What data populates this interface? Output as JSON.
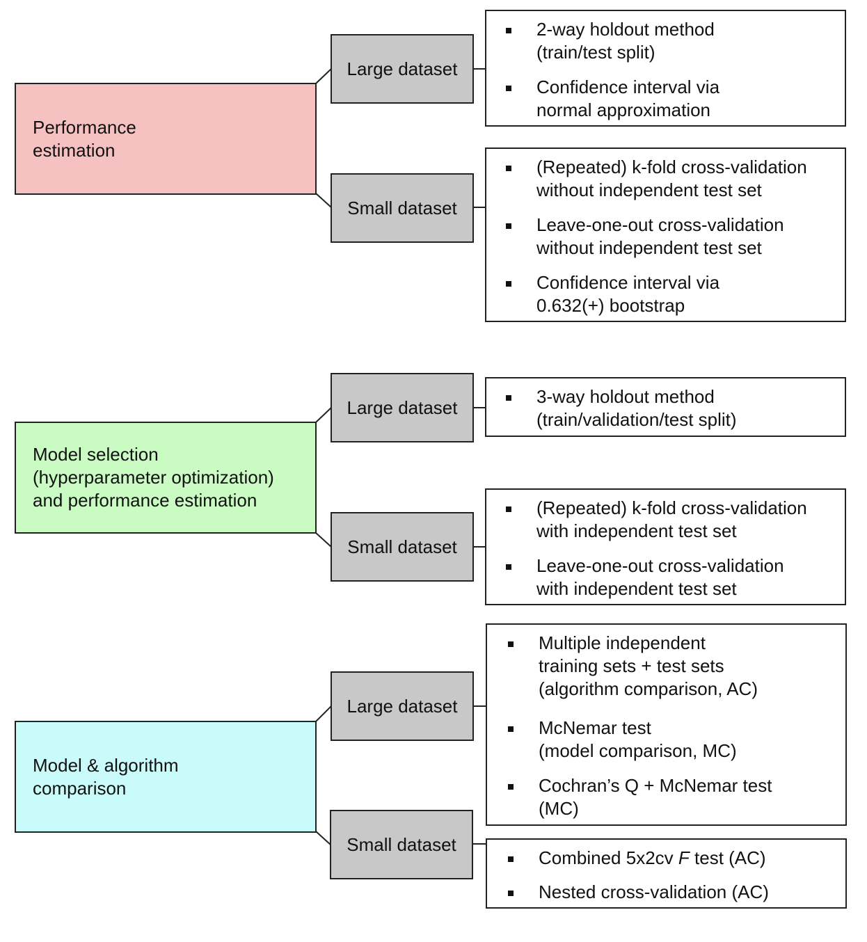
{
  "colors": {
    "performance": "#f6c1c1",
    "model_selection": "#c9fbc3",
    "comparison": "#c9fbfb",
    "dataset": "#c8c8c8"
  },
  "groups": [
    {
      "label": "Performance\nestimation",
      "large": {
        "label": "Large dataset",
        "items": [
          "2-way holdout method\n(train/test split)",
          "Confidence interval via\nnormal approximation"
        ]
      },
      "small": {
        "label": "Small dataset",
        "items": [
          "(Repeated) k-fold cross-validation\nwithout independent test set",
          "Leave-one-out cross-validation\nwithout independent test set",
          "Confidence interval via\n0.632(+) bootstrap"
        ]
      }
    },
    {
      "label": "Model selection\n(hyperparameter optimization)\nand performance estimation",
      "large": {
        "label": "Large dataset",
        "items": [
          "3-way holdout method\n(train/validation/test split)"
        ]
      },
      "small": {
        "label": "Small dataset",
        "items": [
          "(Repeated) k-fold cross-validation\nwith independent test set",
          "Leave-one-out cross-validation\nwith independent test set"
        ]
      }
    },
    {
      "label": "Model & algorithm\ncomparison",
      "large": {
        "label": "Large dataset",
        "items": [
          "Multiple independent\ntraining sets + test sets\n(algorithm comparison, AC)",
          "McNemar test\n(model comparison, MC)",
          "Cochran’s Q + McNemar test\n(MC)"
        ]
      },
      "small": {
        "label": "Small dataset",
        "items_pre": "Combined 5x2cv ",
        "items_italic": "F",
        "items_post": " test (AC)",
        "item2": "Nested cross-validation (AC)"
      }
    }
  ]
}
